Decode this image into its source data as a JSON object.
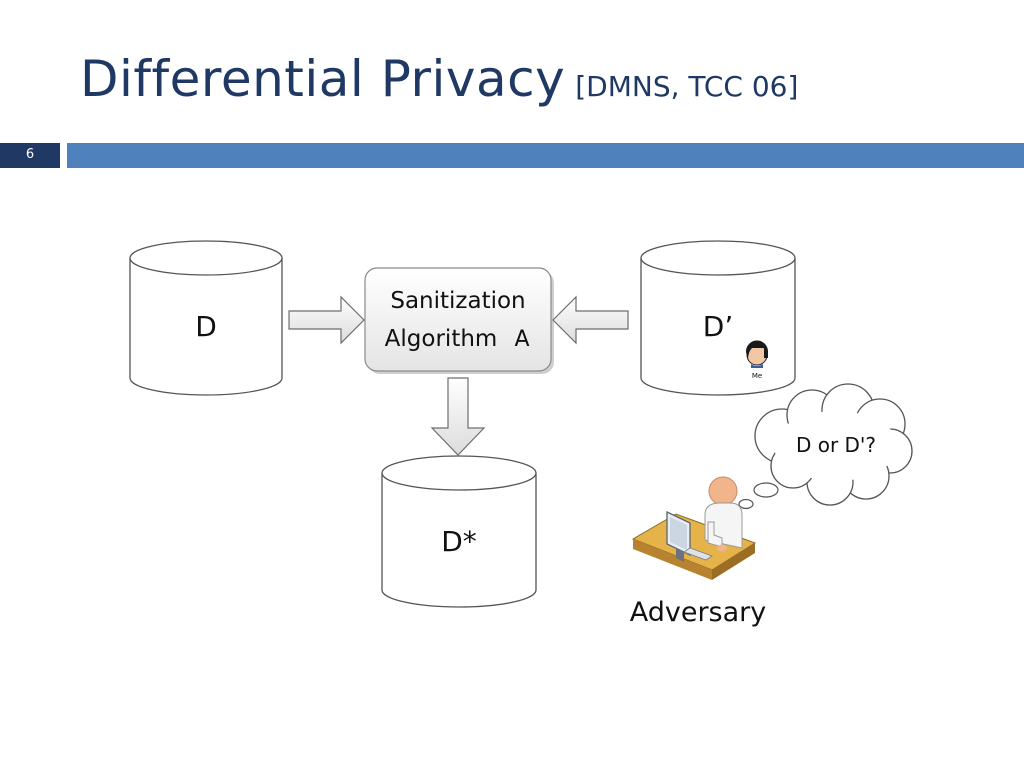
{
  "slide": {
    "title": "Differential Privacy",
    "citation": "[DMNS, TCC 06]",
    "number": "6"
  },
  "diagram": {
    "database_d": "D",
    "database_d_prime": "D’",
    "database_d_star": "D*",
    "algorithm_line1": "Sanitization",
    "algorithm_line2": "Algorithm",
    "algorithm_symbol": "A",
    "me_label": "Me",
    "thought": "D or D'?",
    "adversary": "Adversary"
  },
  "colors": {
    "title": "#1f3864",
    "bar": "#4f81bd",
    "slide_number_box": "#1f3864",
    "skin": "#f2b48a",
    "desk": "#e6b34a"
  }
}
